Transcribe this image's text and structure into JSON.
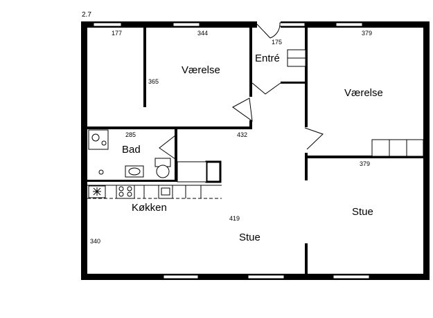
{
  "scale_label": "2.7",
  "rooms": {
    "vaerelse_left": "Værelse",
    "entre": "Entré",
    "vaerelse_right": "Værelse",
    "bad": "Bad",
    "koekken": "Køkken",
    "stue_center": "Stue",
    "stue_right": "Stue"
  },
  "dimensions": {
    "d177": "177",
    "d344": "344",
    "d175": "175",
    "d379_top": "379",
    "d365": "365",
    "d285": "285",
    "d432": "432",
    "d379_mid": "379",
    "d419": "419",
    "d340": "340"
  },
  "colors": {
    "wall": "#000000",
    "background": "#ffffff"
  }
}
